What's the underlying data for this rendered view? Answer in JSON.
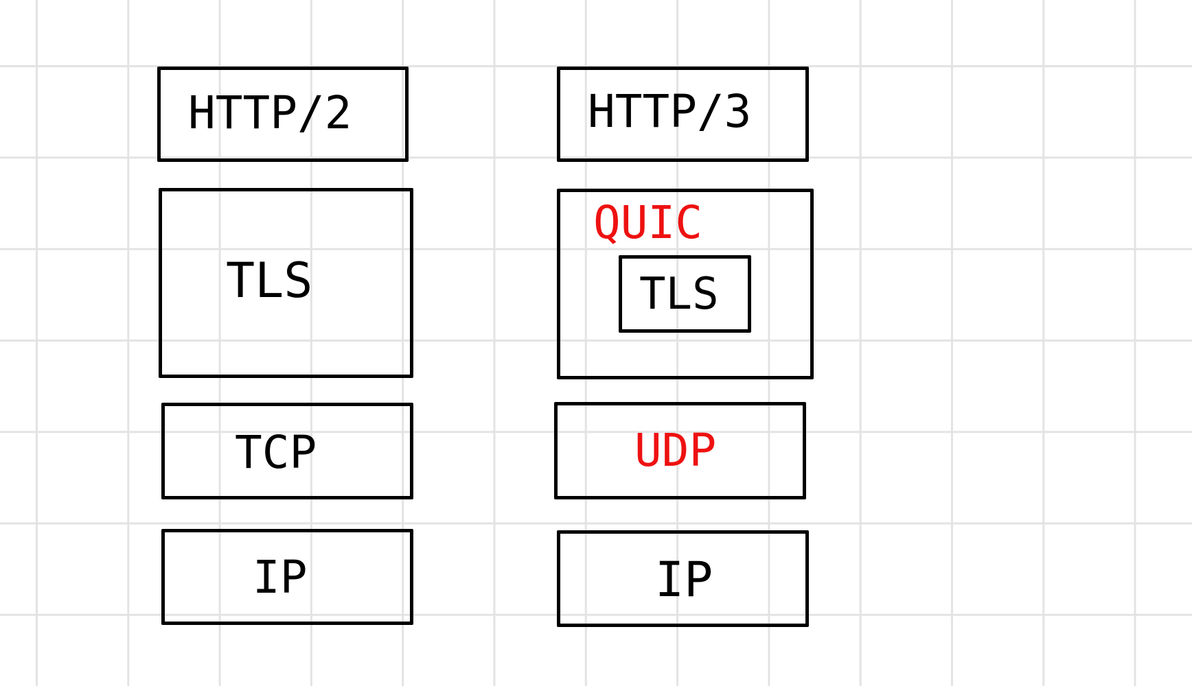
{
  "colors": {
    "ink": "#000000",
    "highlight": "#ee1111",
    "grid": "#e3e3e3",
    "background": "#ffffff"
  },
  "left_stack": {
    "layer_1": "HTTP/2",
    "layer_2": "TLS",
    "layer_3": "TCP",
    "layer_4": "IP"
  },
  "right_stack": {
    "layer_1": "HTTP/3",
    "layer_2": "QUIC",
    "layer_2_inner": "TLS",
    "layer_3": "UDP",
    "layer_4": "IP"
  }
}
